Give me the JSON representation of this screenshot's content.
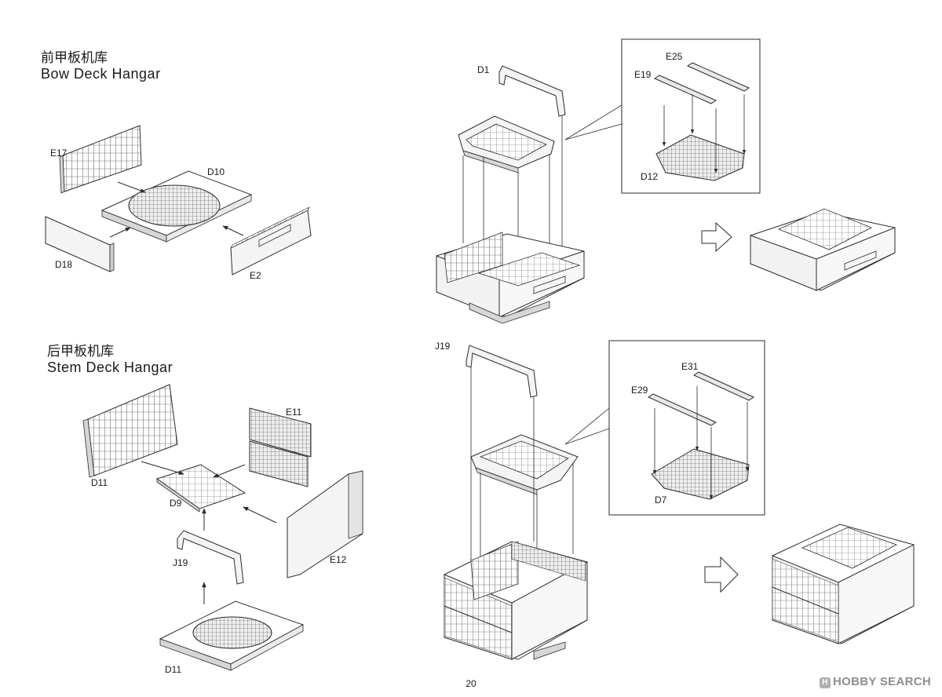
{
  "sections": {
    "bow": {
      "title_cn": "前甲板机库",
      "title_en": "Bow Deck Hangar"
    },
    "stem": {
      "title_cn": "后甲板机库",
      "title_en": "Stem Deck Hangar"
    }
  },
  "parts": {
    "e17": "E17",
    "d10": "D10",
    "d18": "D18",
    "e2": "E2",
    "d1": "D1",
    "e25": "E25",
    "e19": "E19",
    "d12": "D12",
    "d11_top": "D11",
    "e11": "E11",
    "d9": "D9",
    "e12": "E12",
    "j19_left": "J19",
    "d11_bottom": "D11",
    "j19_right": "J19",
    "e31": "E31",
    "e29": "E29",
    "d7": "D7"
  },
  "page_number": "20",
  "watermark": {
    "mark": "H",
    "text": "HOBBY SEARCH"
  },
  "colors": {
    "line": "#2b2b2b",
    "grid": "#555555",
    "shade": "#d6d6d6",
    "panel": "#f4f4f4"
  }
}
